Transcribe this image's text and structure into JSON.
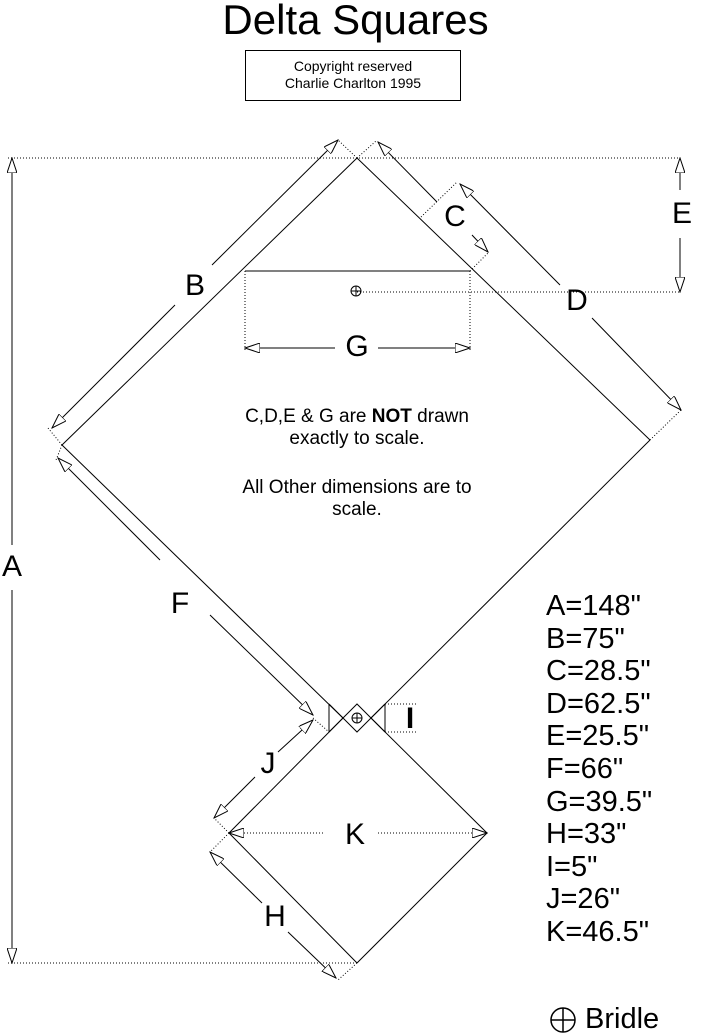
{
  "title": "Delta Squares",
  "copyright": {
    "line1": "Copyright reserved",
    "line2": "Charlie Charlton 1995"
  },
  "note": {
    "line1_prefix": "C,D,E & G are ",
    "line1_bold": "NOT",
    "line1_suffix": " drawn",
    "line2": "exactly to scale.",
    "line3": "All Other dimensions are to",
    "line4": "scale."
  },
  "dimension_labels": {
    "A": "A",
    "B": "B",
    "C": "C",
    "D": "D",
    "E": "E",
    "F": "F",
    "G": "G",
    "H": "H",
    "I": "I",
    "J": "J",
    "K": "K"
  },
  "legend": [
    "A=148\"",
    "B=75\"",
    "C=28.5\"",
    "D=62.5\"",
    "E=25.5\"",
    "F=66\"",
    "G=39.5\"",
    "H=33\"",
    "I=5\"",
    "J=26\"",
    "K=46.5\""
  ],
  "bridle_label": "Bridle",
  "bridle_icon": "circle-plus-icon"
}
